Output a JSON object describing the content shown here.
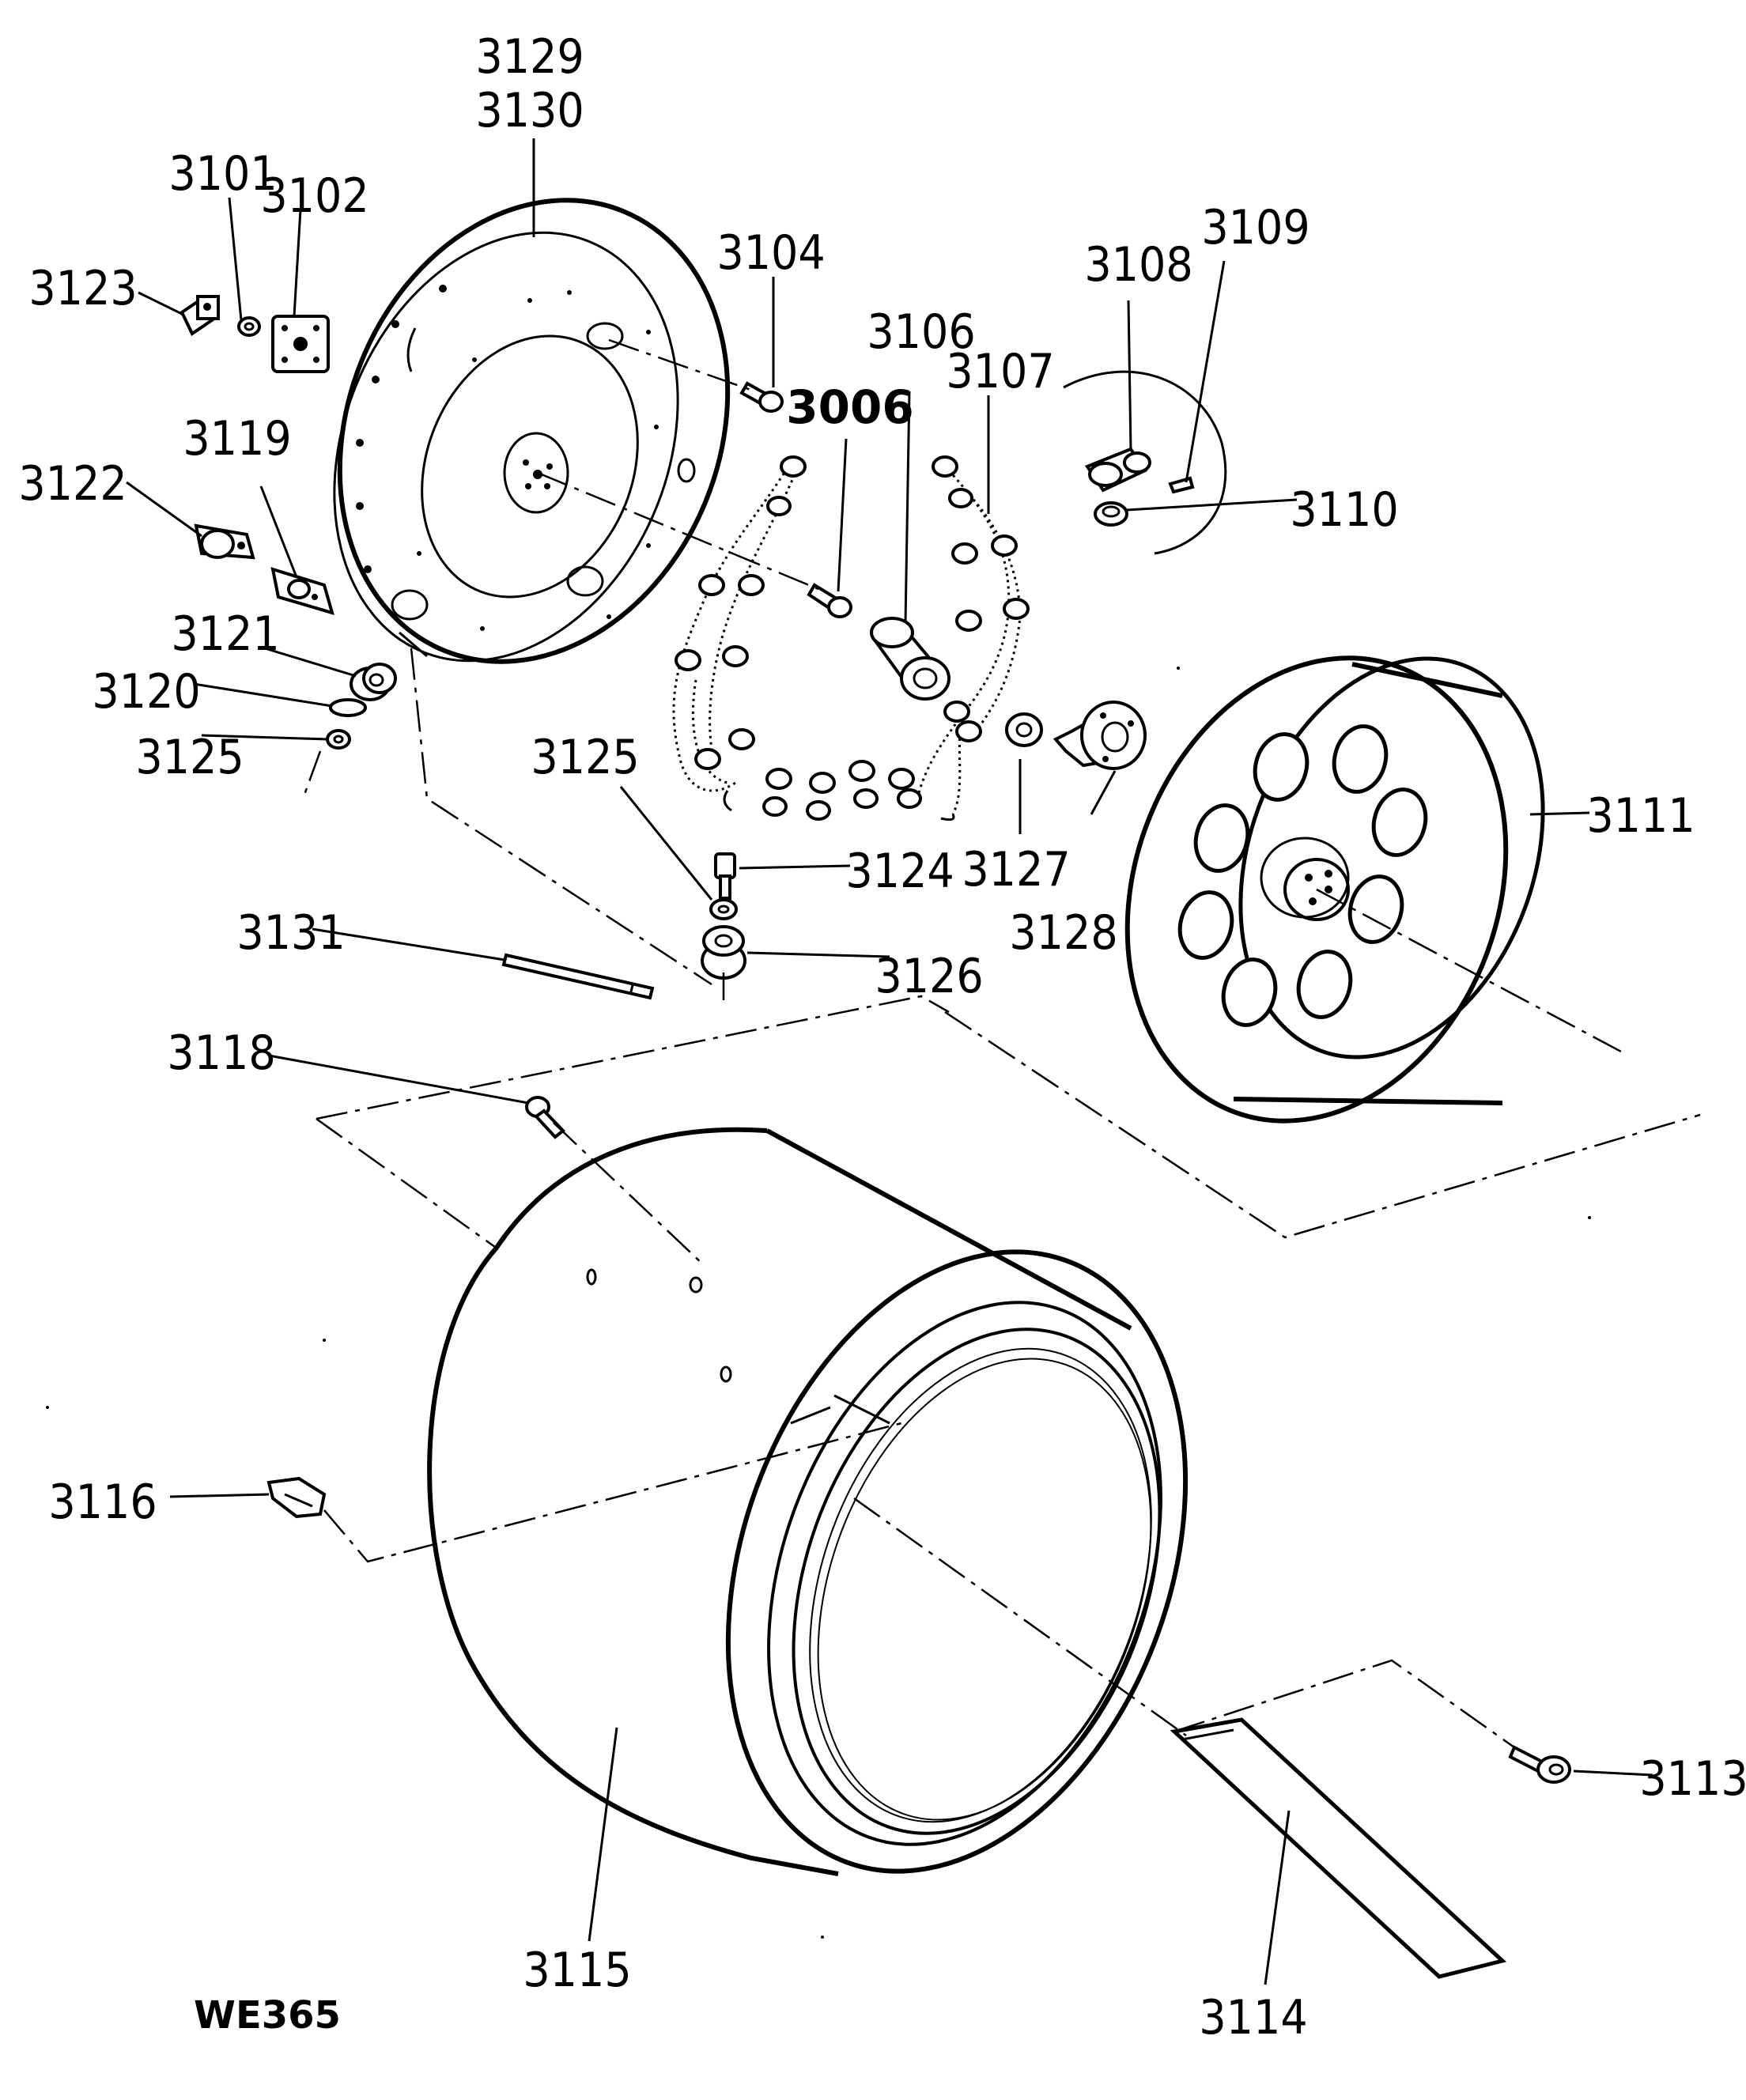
{
  "diagram": {
    "code": "WE365",
    "labels": {
      "p3129": "3129",
      "p3130": "3130",
      "p3101": "3101",
      "p3102": "3102",
      "p3123": "3123",
      "p3104": "3104",
      "p3006": "3006",
      "p3106": "3106",
      "p3107": "3107",
      "p3108": "3108",
      "p3109": "3109",
      "p3110": "3110",
      "p3122": "3122",
      "p3119": "3119",
      "p3121": "3121",
      "p3120": "3120",
      "p3125a": "3125",
      "p3125b": "3125",
      "p3124": "3124",
      "p3127": "3127",
      "p3128": "3128",
      "p3111": "3111",
      "p3131": "3131",
      "p3126": "3126",
      "p3118": "3118",
      "p3116": "3116",
      "p3113": "3113",
      "p3115": "3115",
      "p3114": "3114"
    }
  }
}
